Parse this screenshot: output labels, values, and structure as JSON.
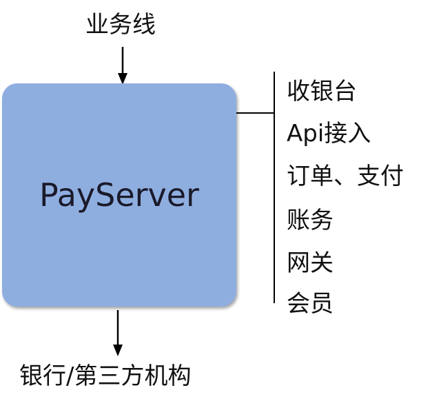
{
  "top_label": "业务线",
  "center_box": {
    "label": "PayServer",
    "color": "#8faee0"
  },
  "bottom_label": "银行/第三方机构",
  "modules": [
    "收银台",
    "Api接入",
    "订单、支付",
    "账务",
    "网关",
    "会员"
  ]
}
